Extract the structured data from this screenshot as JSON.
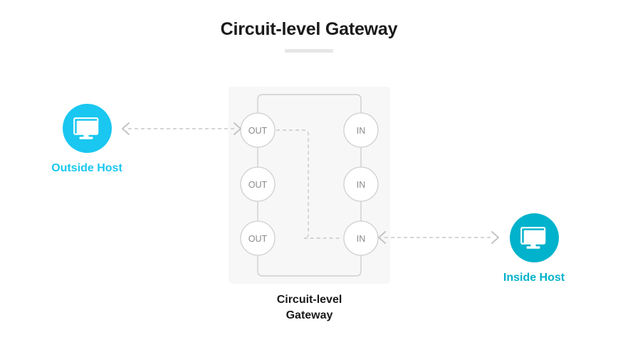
{
  "diagram": {
    "title": "Circuit-level Gateway",
    "gateway": {
      "caption_line1": "Circuit-level",
      "caption_line2": "Gateway",
      "panel_color": "#f7f7f7",
      "ports_out": [
        {
          "label": "OUT"
        },
        {
          "label": "OUT"
        },
        {
          "label": "OUT"
        }
      ],
      "ports_in": [
        {
          "label": "IN"
        },
        {
          "label": "IN"
        },
        {
          "label": "IN"
        }
      ]
    },
    "hosts": [
      {
        "id": "outside-host",
        "label": "Outside Host",
        "color": "#19c7f0",
        "icon": "monitor-icon"
      },
      {
        "id": "inside-host",
        "label": "Inside Host",
        "color": "#00b2cb",
        "icon": "monitor-icon"
      }
    ],
    "connections": [
      {
        "name": "outside-host-to-gateway",
        "style": "dashed",
        "direction": "bidirectional"
      },
      {
        "name": "gateway-to-inside-host",
        "style": "dashed",
        "direction": "bidirectional"
      },
      {
        "name": "internal-circuit-path",
        "style": "dashed",
        "direction": "none"
      }
    ]
  }
}
